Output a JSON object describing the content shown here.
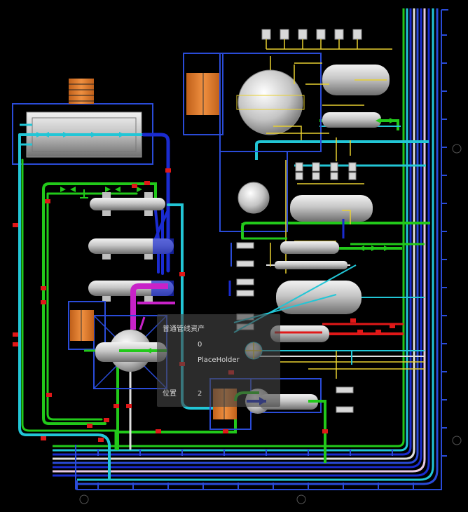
{
  "colors": {
    "background": "#000000",
    "frame": "#2a4bd8",
    "cyan_pipe": "#22c6d6",
    "green_pipe": "#22c91a",
    "navy_pipe": "#1a2bd0",
    "magenta_pipe": "#c822c8",
    "red_pipe": "#e01818",
    "yellow_line": "#e8d030",
    "vessel": "#c8c8c8",
    "heater": "#e07a2a"
  },
  "tooltip": {
    "title": "普通管线资产",
    "rows": [
      {
        "key": "",
        "value": "0"
      },
      {
        "key": "",
        "value": "PlaceHolder"
      },
      {
        "key": "",
        "value": ""
      },
      {
        "key": "",
        "value": "2"
      }
    ],
    "last_key": "位置"
  }
}
